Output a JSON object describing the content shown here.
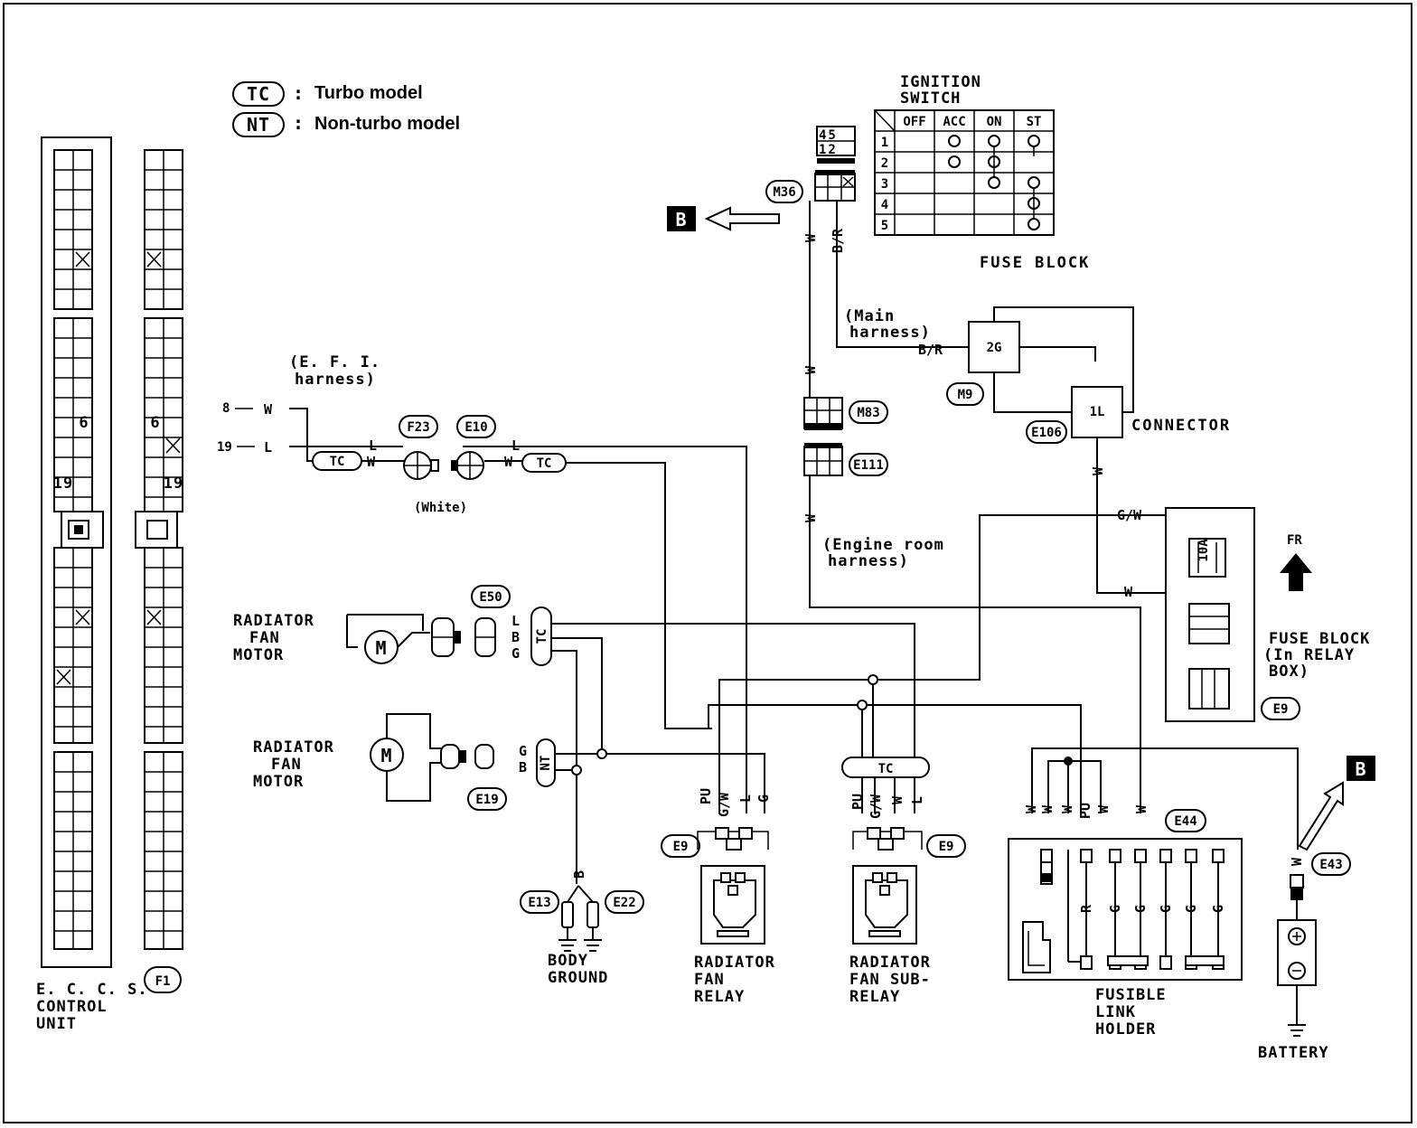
{
  "legend": {
    "tc_code": "TC",
    "tc_text": "Turbo model",
    "nt_code": "NT",
    "nt_text": "Non-turbo model",
    "separator": ":"
  },
  "ignition_switch": {
    "title_line1": "IGNITION",
    "title_line2": "SWITCH",
    "columns": [
      "OFF",
      "ACC",
      "ON",
      "ST"
    ],
    "rows": [
      "1",
      "2",
      "3",
      "4",
      "5"
    ],
    "terminal_map_top": "45",
    "terminal_map_bottom": "12"
  },
  "connectors": {
    "m36": "M36",
    "m83": "M83",
    "e111": "E111",
    "m9": "M9",
    "e106": "E106",
    "f23": "F23",
    "e10": "E10",
    "e50": "E50",
    "e19": "E19",
    "e13": "E13",
    "e22": "E22",
    "e9_relay": "E9",
    "e9_subrelay": "E9",
    "e9_box": "E9",
    "e44": "E44",
    "e43": "E43",
    "f1": "F1",
    "b_marker": "B"
  },
  "labels": {
    "fuse_block": "FUSE BLOCK",
    "main_harness_1": "(Main",
    "main_harness_2": "harness)",
    "fuse_2g": "2G",
    "fuse_1l": "1L",
    "connector": "CONNECTOR",
    "efi_harness_1": "(E. F. I.",
    "efi_harness_2": "harness)",
    "white": "(White)",
    "engine_room_1": "(Engine room",
    "engine_room_2": "harness)",
    "fuse_10a": "10A",
    "fuse_block_relay_1": "FUSE BLOCK",
    "fuse_block_relay_2": "(In RELAY",
    "fuse_block_relay_3": "BOX)",
    "fr": "FR",
    "radiator_fan_motor_1a": "RADIATOR",
    "radiator_fan_motor_1b": "FAN",
    "radiator_fan_motor_1c": "MOTOR",
    "radiator_fan_motor_2a": "RADIATOR",
    "radiator_fan_motor_2b": "FAN",
    "radiator_fan_motor_2c": "MOTOR",
    "tc": "TC",
    "nt": "NT",
    "body_ground_1": "BODY",
    "body_ground_2": "GROUND",
    "relay_1": "RADIATOR",
    "relay_2": "FAN",
    "relay_3": "RELAY",
    "subrelay_1": "RADIATOR",
    "subrelay_2": "FAN SUB-",
    "subrelay_3": "RELAY",
    "fusible_1": "FUSIBLE",
    "fusible_2": "LINK",
    "fusible_3": "HOLDER",
    "battery": "BATTERY",
    "eccs_1": "E. C. C. S.",
    "eccs_2": "CONTROL",
    "eccs_3": "UNIT",
    "pin_6a": "6",
    "pin_19a": "19",
    "pin_6b": "6",
    "pin_19b": "19",
    "pin8": "8",
    "pin19": "19"
  },
  "wire_colors": {
    "w": "W",
    "l": "L",
    "b": "B",
    "g": "G",
    "br": "B/R",
    "gw": "G/W",
    "pu": "PU",
    "r": "R"
  }
}
